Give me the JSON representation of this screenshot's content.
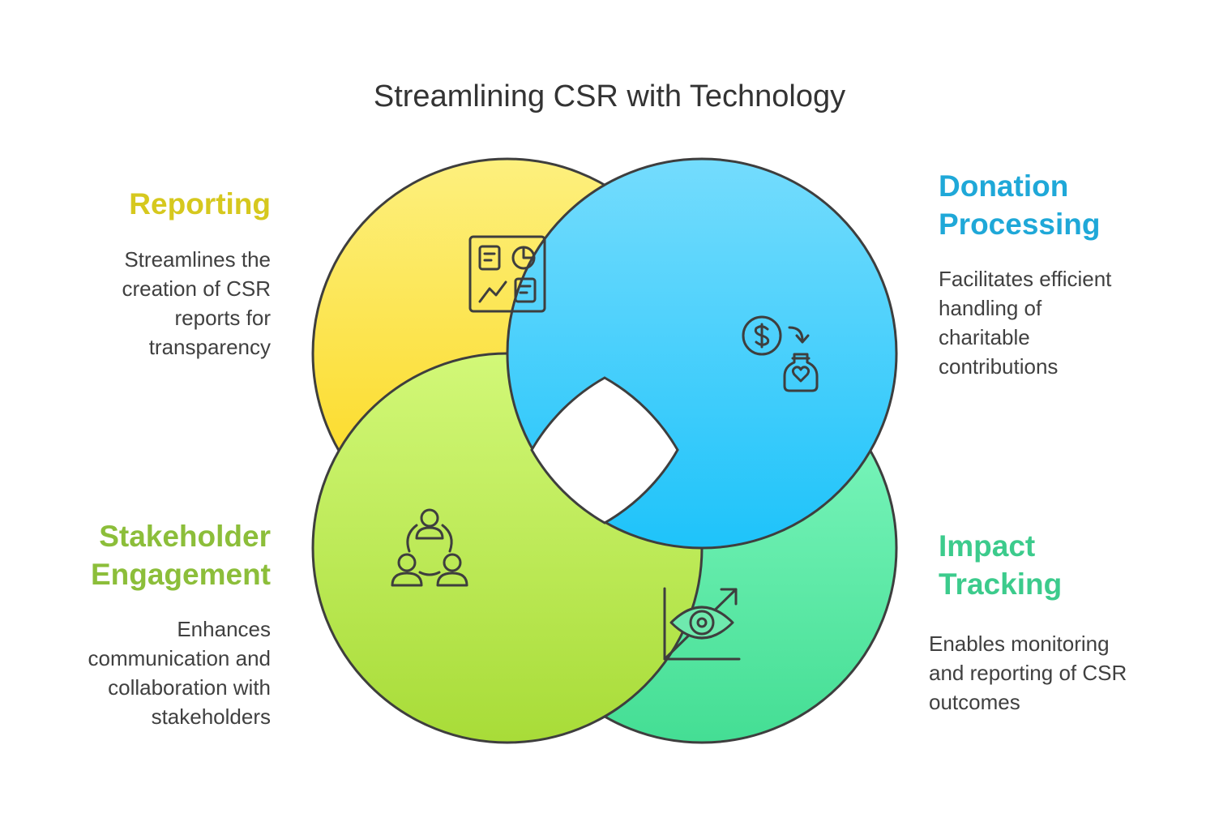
{
  "title": "Streamlining CSR with Technology",
  "sections": {
    "reporting": {
      "heading": "Reporting",
      "lines": [
        "Streamlines the",
        "creation of CSR",
        "reports for",
        "transparency"
      ],
      "color": "#D6C81E",
      "icon": "report-dashboard-icon"
    },
    "donation": {
      "heading_lines": [
        "Donation",
        "Processing"
      ],
      "lines": [
        "Facilitates efficient",
        "handling of",
        "charitable",
        "contributions"
      ],
      "color": "#1FA8D8",
      "icon": "donation-jar-icon"
    },
    "stakeholder": {
      "heading_lines": [
        "Stakeholder",
        "Engagement"
      ],
      "lines": [
        "Enhances",
        "communication and",
        "collaboration with",
        "stakeholders"
      ],
      "color": "#8CBE3A",
      "icon": "team-collaboration-icon"
    },
    "impact": {
      "heading_lines": [
        "Impact",
        "Tracking"
      ],
      "lines": [
        "Enables monitoring",
        "and reporting of CSR",
        "outcomes"
      ],
      "color": "#3CCB8C",
      "icon": "eye-growth-icon"
    }
  }
}
